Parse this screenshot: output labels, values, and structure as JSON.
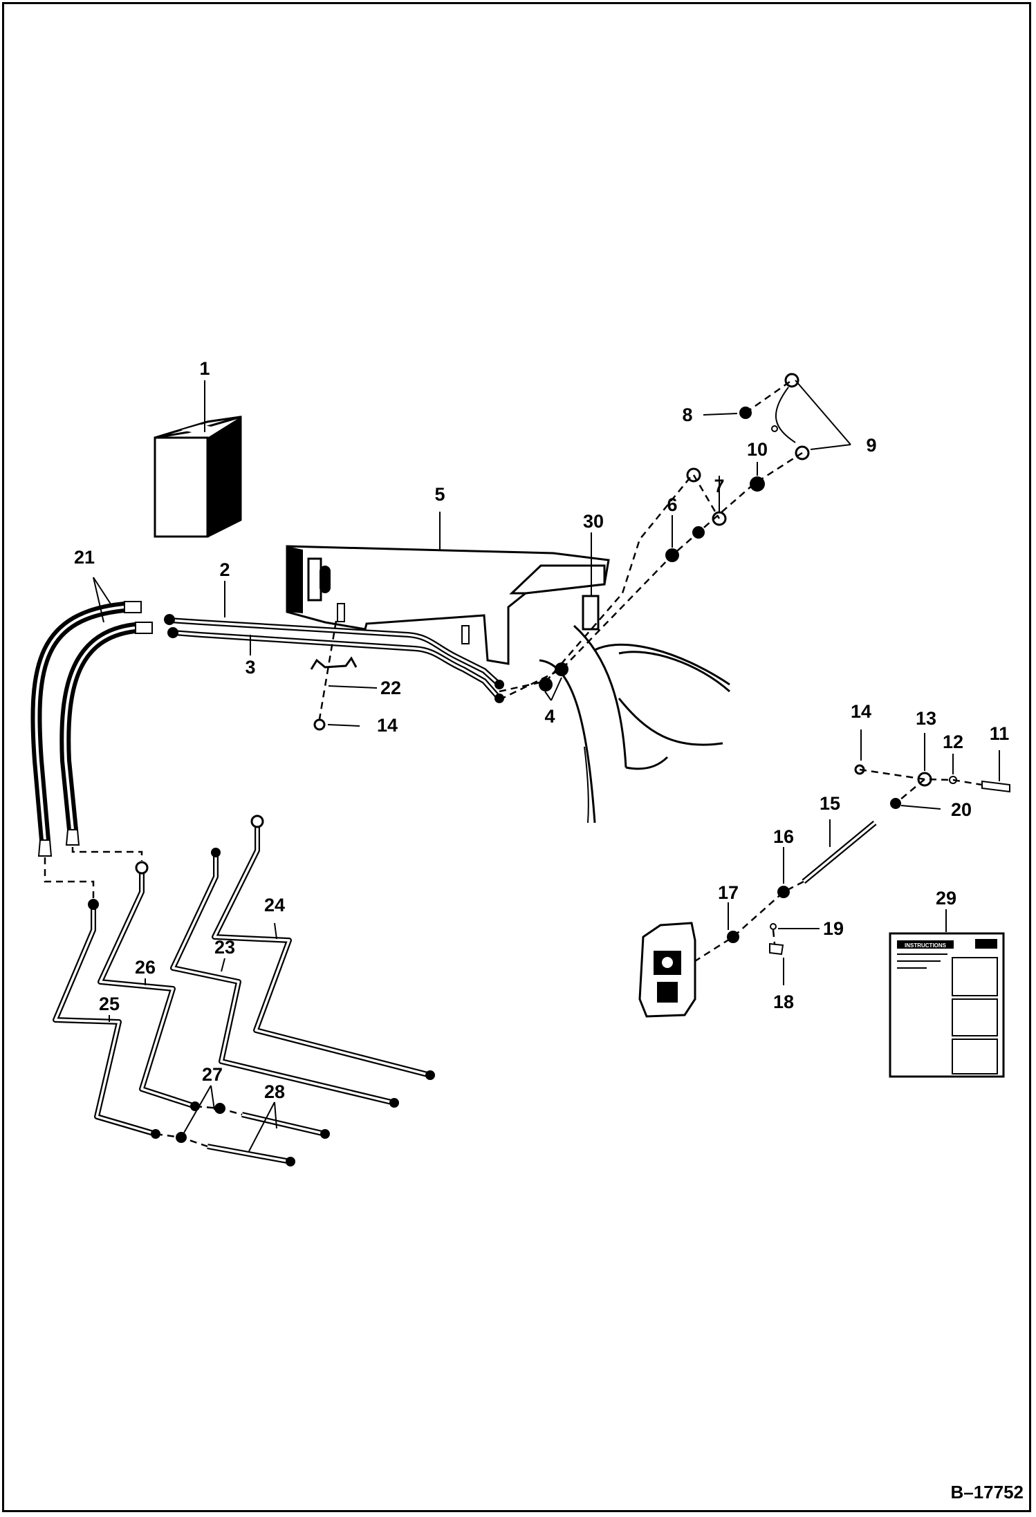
{
  "figure_id": "B–17752",
  "decal": {
    "heading": "INSTRUCTIONS"
  },
  "callouts": [
    {
      "id": "c1",
      "text": "1"
    },
    {
      "id": "c2",
      "text": "2"
    },
    {
      "id": "c3",
      "text": "3"
    },
    {
      "id": "c4",
      "text": "4"
    },
    {
      "id": "c5",
      "text": "5"
    },
    {
      "id": "c6",
      "text": "6"
    },
    {
      "id": "c7",
      "text": "7"
    },
    {
      "id": "c8",
      "text": "8"
    },
    {
      "id": "c9",
      "text": "9"
    },
    {
      "id": "c10",
      "text": "10"
    },
    {
      "id": "c11",
      "text": "11"
    },
    {
      "id": "c12",
      "text": "12"
    },
    {
      "id": "c13",
      "text": "13"
    },
    {
      "id": "c14a",
      "text": "14"
    },
    {
      "id": "c14b",
      "text": "14"
    },
    {
      "id": "c15",
      "text": "15"
    },
    {
      "id": "c16",
      "text": "16"
    },
    {
      "id": "c17",
      "text": "17"
    },
    {
      "id": "c18",
      "text": "18"
    },
    {
      "id": "c19",
      "text": "19"
    },
    {
      "id": "c20",
      "text": "20"
    },
    {
      "id": "c21",
      "text": "21"
    },
    {
      "id": "c22",
      "text": "22"
    },
    {
      "id": "c23",
      "text": "23"
    },
    {
      "id": "c24",
      "text": "24"
    },
    {
      "id": "c25",
      "text": "25"
    },
    {
      "id": "c26",
      "text": "26"
    },
    {
      "id": "c27",
      "text": "27"
    },
    {
      "id": "c28",
      "text": "28"
    },
    {
      "id": "c29",
      "text": "29"
    },
    {
      "id": "c30",
      "text": "30"
    }
  ]
}
